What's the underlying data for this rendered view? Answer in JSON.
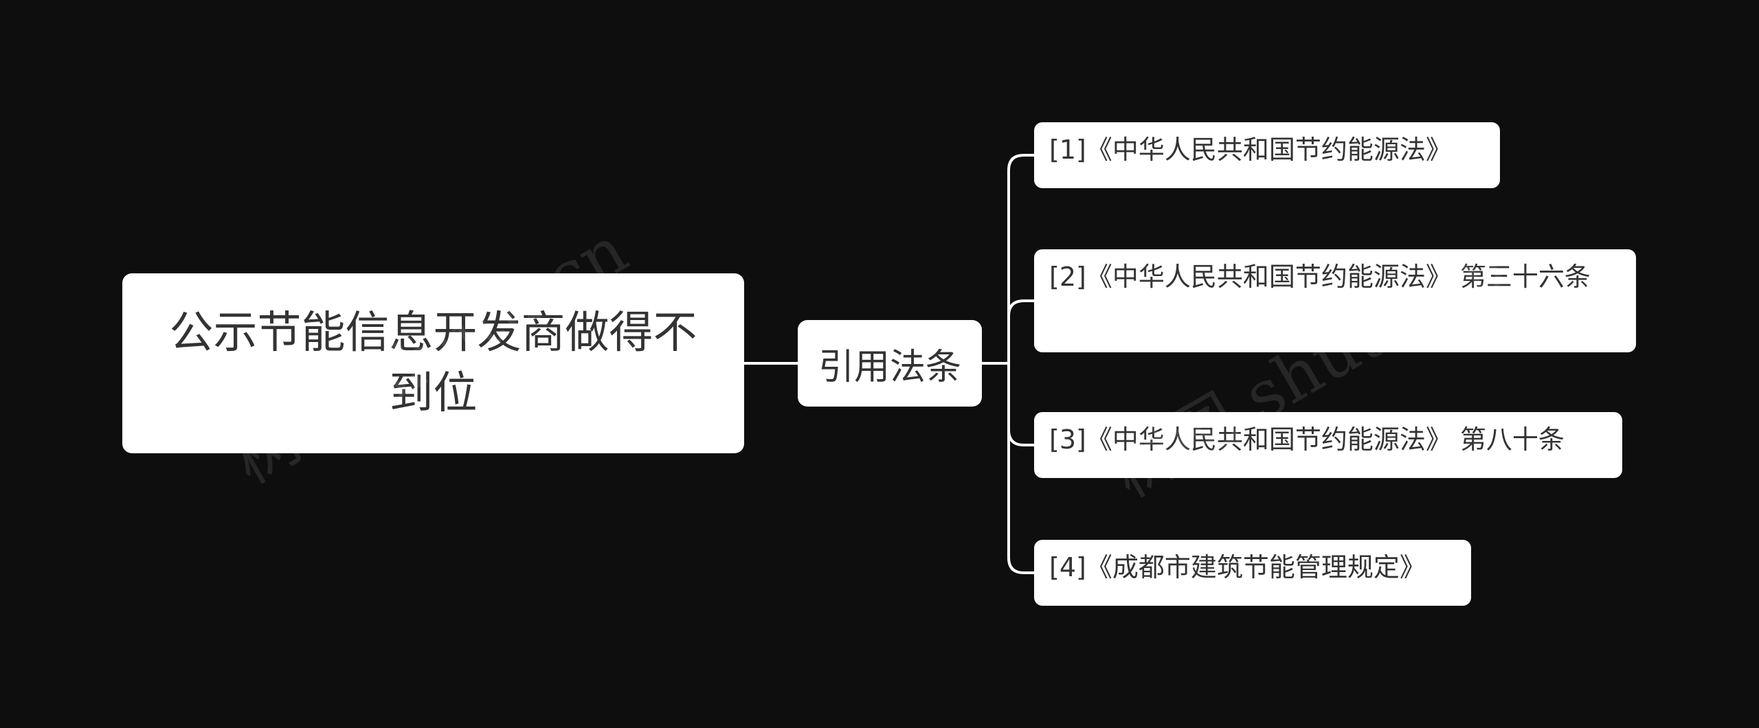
{
  "root": {
    "label": "公示节能信息开发商做得不到位"
  },
  "branch": {
    "label": "引用法条"
  },
  "leaves": [
    {
      "label": "[1]《中华人民共和国节约能源法》"
    },
    {
      "label": "[2]《中华人民共和国节约能源法》 第三十六条"
    },
    {
      "label": "[3]《中华人民共和国节约能源法》 第八十条"
    },
    {
      "label": "[4]《成都市建筑节能管理规定》"
    }
  ],
  "watermarks": [
    "树图 shutu.cn",
    "树图 shutu.cn"
  ],
  "colors": {
    "background": "#0e0e0f",
    "node": "#ffffff",
    "text": "#333333",
    "connector": "#ffffff"
  }
}
